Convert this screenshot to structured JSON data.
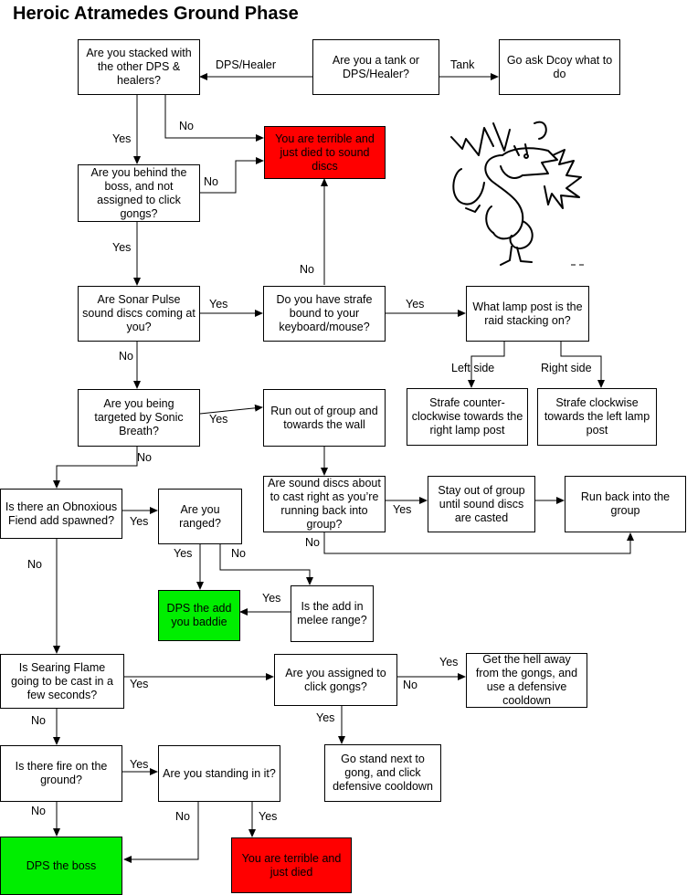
{
  "title": "Heroic Atramedes Ground Phase",
  "nodes": {
    "tank_or_dps": "Are you a tank or DPS/Healer?",
    "ask_dcoy": "Go ask Dcoy what to do",
    "stacked": "Are you stacked with the other DPS & healers?",
    "terrible_sound": "You are terrible and just died to sound discs",
    "behind_boss": "Are you behind the boss, and not assigned to click gongs?",
    "sonar_pulse": "Are Sonar Pulse sound discs coming at you?",
    "strafe_bound": "Do you have strafe bound to your keyboard/mouse?",
    "lamp_post": "What lamp post is the raid stacking on?",
    "strafe_ccw": "Strafe counter-clockwise towards the right lamp post",
    "strafe_cw": "Strafe clockwise towards the left lamp post",
    "sonic_breath": "Are you being targeted by Sonic Breath?",
    "run_out": "Run out of group and towards the wall",
    "discs_cast": "Are sound discs about to cast right as you’re running back into group?",
    "stay_out": "Stay out of group until sound discs are casted",
    "run_back": "Run back into the group",
    "obnoxious": "Is there an Obnoxious Fiend add spawned?",
    "ranged": "Are you ranged?",
    "dps_add": "DPS the add you baddie",
    "melee_range": "Is the add in melee range?",
    "searing": "Is Searing Flame going to be cast in a few seconds?",
    "assigned_gongs": "Are you assigned to click gongs?",
    "get_away": "Get the hell away from the gongs, and use a defensive cooldown",
    "stand_gong": "Go stand next to gong, and click defensive cooldown",
    "fire_ground": "Is there fire on the ground?",
    "standing_in": "Are you standing in it?",
    "dps_boss": "DPS the boss",
    "terrible_died": "You are terrible and just died"
  },
  "edge_labels": {
    "dps_healer": "DPS/Healer",
    "tank": "Tank",
    "stacked_no": "No",
    "stacked_yes": "Yes",
    "behind_no": "No",
    "behind_yes": "Yes",
    "sonar_yes": "Yes",
    "sonar_no": "No",
    "strafe_yes": "Yes",
    "strafe_no": "No",
    "left_side": "Left side",
    "right_side": "Right side",
    "breath_yes": "Yes",
    "breath_no": "No",
    "discs_yes": "Yes",
    "discs_no": "No",
    "fiend_yes": "Yes",
    "fiend_no": "No",
    "ranged_yes": "Yes",
    "ranged_no": "No",
    "melee_yes": "Yes",
    "searing_yes": "Yes",
    "searing_no": "No",
    "gongs_yes": "Yes",
    "gongs_no": "No",
    "gongs_yes2": "Yes",
    "fire_yes": "Yes",
    "fire_no": "No",
    "standing_no": "No",
    "standing_yes": "Yes"
  },
  "colors": {
    "fail": "#ff0000",
    "success": "#00ee00"
  }
}
